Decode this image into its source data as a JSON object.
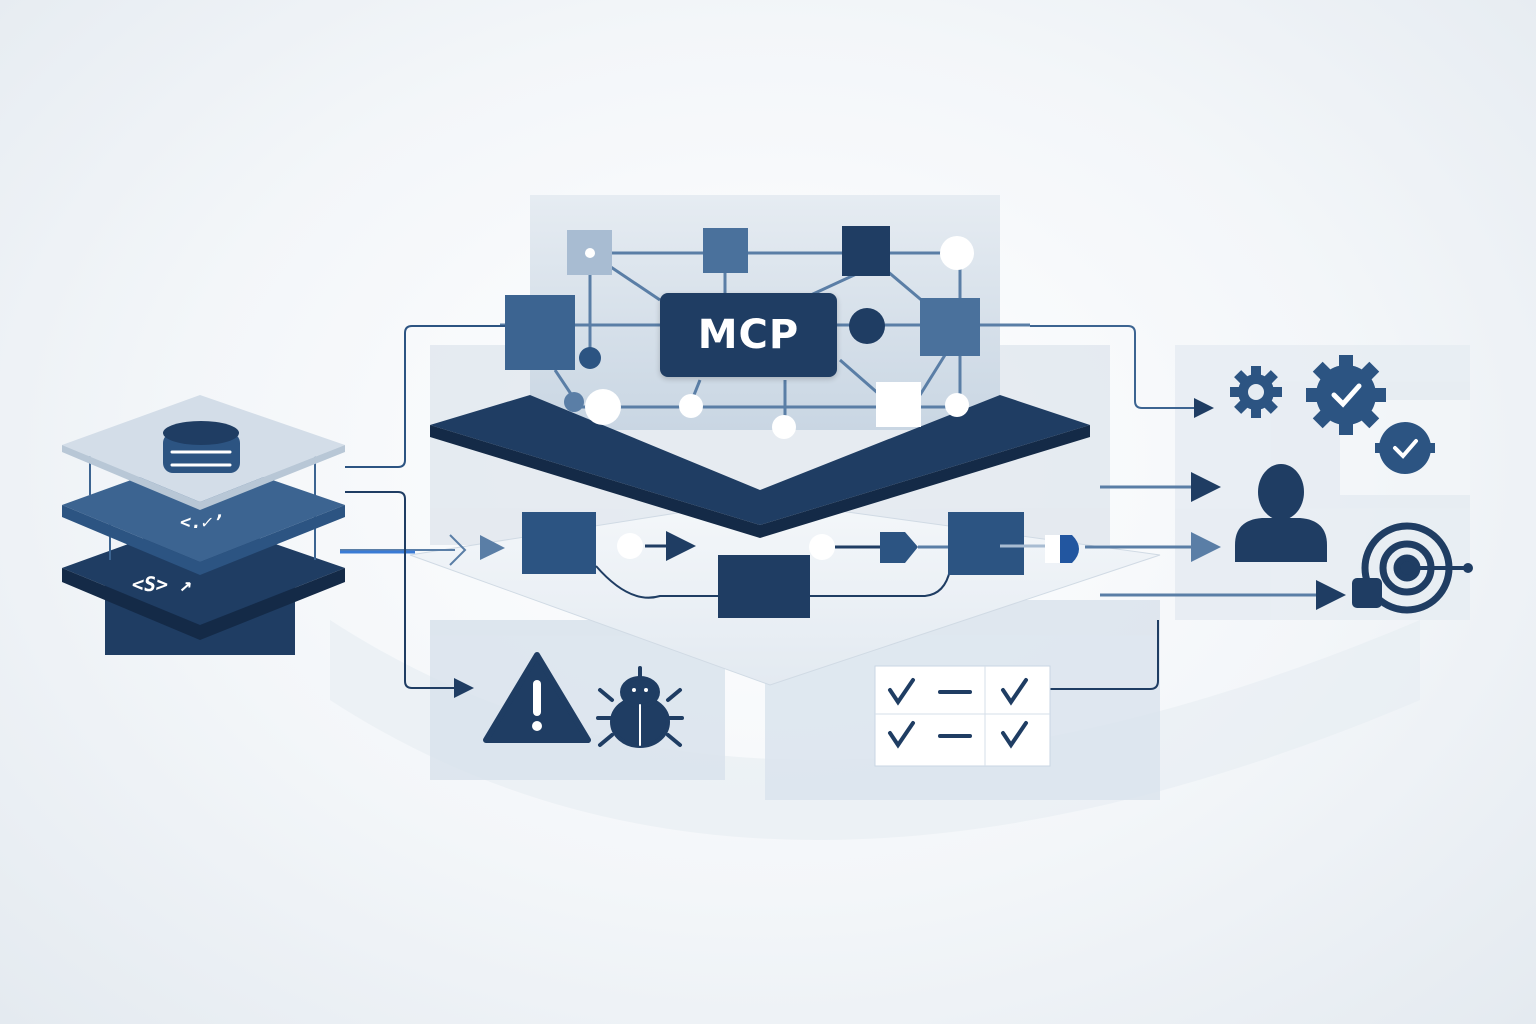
{
  "diagram": {
    "hub": {
      "label": "MCP"
    },
    "data_stack": {
      "layers": [
        {
          "name": "database-layer",
          "icon": "database-icon"
        },
        {
          "name": "code-check-layer",
          "text": "<.✓’"
        },
        {
          "name": "code-layer",
          "text": "<S>  ↗"
        }
      ]
    },
    "pipeline": {
      "nodes": [
        "process-1",
        "process-2",
        "process-3",
        "gate",
        "connector"
      ]
    },
    "issues": {
      "icons": [
        "warning-icon",
        "bug-icon"
      ]
    },
    "checklist": {
      "rows": [
        {
          "left": "✓",
          "mid": "—",
          "right": "✓"
        },
        {
          "left": "✓",
          "mid": "—",
          "right": "✓"
        }
      ]
    },
    "outputs": {
      "icons": [
        "gear-icon",
        "verified-gear-icon",
        "verified-badge-icon",
        "user-icon",
        "target-icon"
      ]
    },
    "colors": {
      "navy": "#1f3d63",
      "mid_blue": "#3c6491",
      "light_blue": "#5a7ea6",
      "pale": "#d5dfea",
      "accent": "#3a7bd5"
    }
  }
}
